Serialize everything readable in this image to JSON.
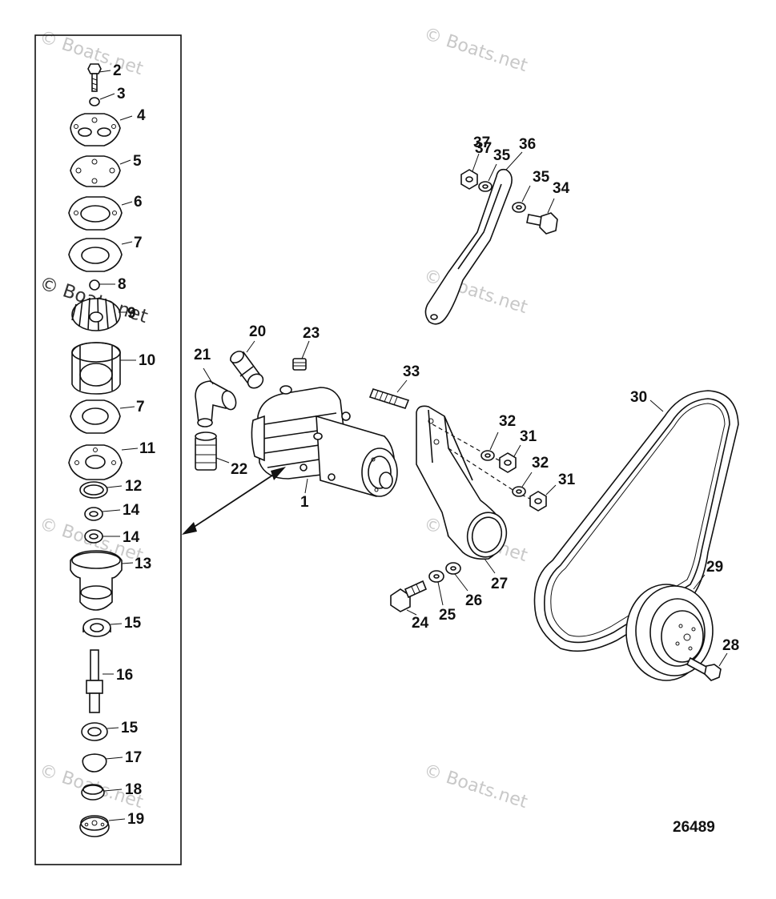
{
  "diagram": {
    "reference_number": "26489",
    "watermark": "© Boats.net",
    "callouts": [
      {
        "id": "c-2",
        "label": "2"
      },
      {
        "id": "c-3",
        "label": "3"
      },
      {
        "id": "c-4",
        "label": "4"
      },
      {
        "id": "c-5",
        "label": "5"
      },
      {
        "id": "c-6",
        "label": "6"
      },
      {
        "id": "c-7a",
        "label": "7"
      },
      {
        "id": "c-8",
        "label": "8"
      },
      {
        "id": "c-9",
        "label": "9"
      },
      {
        "id": "c-10",
        "label": "10"
      },
      {
        "id": "c-7b",
        "label": "7"
      },
      {
        "id": "c-11",
        "label": "11"
      },
      {
        "id": "c-12",
        "label": "12"
      },
      {
        "id": "c-14a",
        "label": "14"
      },
      {
        "id": "c-14b",
        "label": "14"
      },
      {
        "id": "c-13",
        "label": "13"
      },
      {
        "id": "c-15a",
        "label": "15"
      },
      {
        "id": "c-16",
        "label": "16"
      },
      {
        "id": "c-15b",
        "label": "15"
      },
      {
        "id": "c-17",
        "label": "17"
      },
      {
        "id": "c-18",
        "label": "18"
      },
      {
        "id": "c-19",
        "label": "19"
      },
      {
        "id": "c-1",
        "label": "1"
      },
      {
        "id": "c-20",
        "label": "20"
      },
      {
        "id": "c-21",
        "label": "21"
      },
      {
        "id": "c-22",
        "label": "22"
      },
      {
        "id": "c-23",
        "label": "23"
      },
      {
        "id": "c-33",
        "label": "33"
      },
      {
        "id": "c-32a",
        "label": "32"
      },
      {
        "id": "c-31a",
        "label": "31"
      },
      {
        "id": "c-32b",
        "label": "32"
      },
      {
        "id": "c-31b",
        "label": "31"
      },
      {
        "id": "c-27",
        "label": "27"
      },
      {
        "id": "c-24",
        "label": "24"
      },
      {
        "id": "c-25",
        "label": "25"
      },
      {
        "id": "c-26",
        "label": "26"
      },
      {
        "id": "c-30",
        "label": "30"
      },
      {
        "id": "c-29",
        "label": "29"
      },
      {
        "id": "c-28",
        "label": "28"
      },
      {
        "id": "c-37a",
        "label": "37"
      },
      {
        "id": "c-37b",
        "label": "37"
      },
      {
        "id": "c-35a",
        "label": "35"
      },
      {
        "id": "c-36",
        "label": "36"
      },
      {
        "id": "c-35b",
        "label": "35"
      },
      {
        "id": "c-34",
        "label": "34"
      }
    ]
  }
}
